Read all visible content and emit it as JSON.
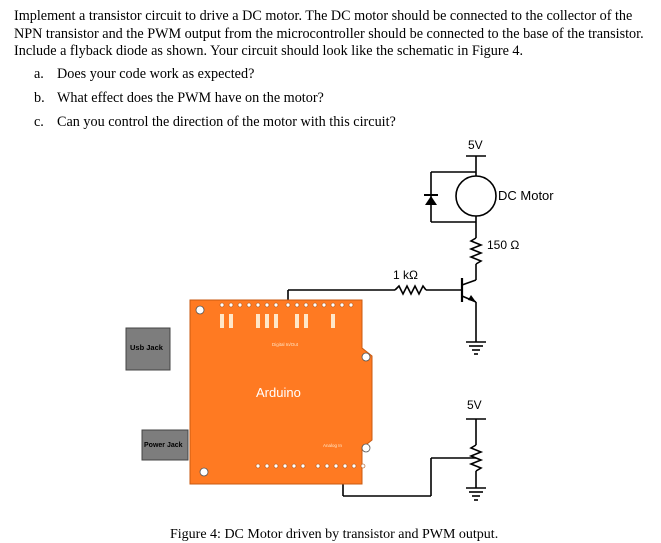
{
  "intro": "Implement a transistor circuit to drive a DC motor. The DC motor should be connected to the collector of the NPN transistor and the PWM output from the microcontroller should be connected to the base of the transistor. Include a flyback diode as shown. Your circuit should look like the schematic in Figure 4.",
  "questions": [
    {
      "marker": "a.",
      "text": "Does your code work as expected?"
    },
    {
      "marker": "b.",
      "text": "What effect does the PWM have on the motor?"
    },
    {
      "marker": "c.",
      "text": "Can you control the direction of the motor with this circuit?"
    }
  ],
  "figure": {
    "supply_top": "5V",
    "motor_label": "DC Motor",
    "collector_resistor": "150 Ω",
    "base_resistor": "1 kΩ",
    "supply_bottom": "5V",
    "board_label": "Arduino",
    "usb_label": "Usb Jack",
    "power_label": "Power Jack",
    "digital_label": "Digital In/Out",
    "analog_label": "Analog In",
    "caption": "Figure 4: DC Motor driven by transistor and PWM output."
  },
  "colors": {
    "board": "#ff7a22",
    "jack": "#7d7d7d"
  }
}
